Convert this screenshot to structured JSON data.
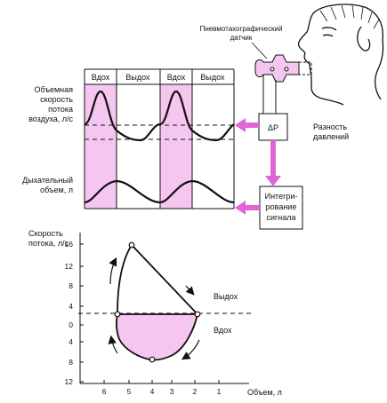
{
  "colors": {
    "accent": "#e066d6",
    "fill": "#f5c6f0",
    "line": "#111111"
  },
  "top": {
    "phase_labels": [
      "Вдох",
      "Выдох",
      "Вдох",
      "Выдох"
    ],
    "flow_label": [
      "Объемная",
      "скорость",
      "потока",
      "воздуха, л/с"
    ],
    "volume_label": [
      "Дыхательный",
      "объем, л"
    ],
    "sensor_label": [
      "Пневмотахографический",
      "датчик"
    ],
    "dp_label": "ΔP",
    "pressure_label": [
      "Разность",
      "давлений"
    ],
    "integrator_label": [
      "Интегри-",
      "рование",
      "сигнала"
    ]
  },
  "loop": {
    "y_label": [
      "Скорость",
      "потока, л/с"
    ],
    "x_label": "Объем, л",
    "y_ticks": [
      "16",
      "12",
      "8",
      "4",
      "0",
      "4",
      "8",
      "12"
    ],
    "x_ticks": [
      "6",
      "5",
      "4",
      "3",
      "2",
      "1"
    ],
    "exhale_label": "Выдох",
    "inhale_label": "Вдох"
  },
  "icons": [
    "person-head-icon",
    "sensor-tube-icon"
  ]
}
